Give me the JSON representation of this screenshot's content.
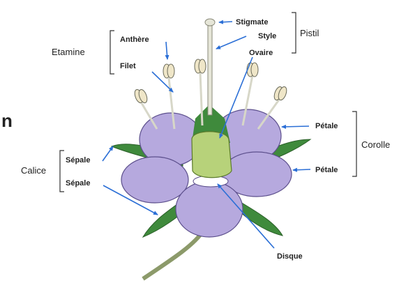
{
  "labels": {
    "stigmate": "Stigmate",
    "style": "Style",
    "ovaire": "Ovaire",
    "pistil": "Pistil",
    "etamine": "Etamine",
    "anthere": "Anthère",
    "filet": "Filet",
    "petale_top": "Pétale",
    "petale_bottom": "Pétale",
    "corolle": "Corolle",
    "calice": "Calice",
    "sepale_top": "Sépale",
    "sepale_bottom": "Sépale",
    "disque": "Disque",
    "left_edge_letter": "n"
  },
  "colors": {
    "petal": "#b6a9de",
    "petal_stroke": "#5c4f8c",
    "sepal": "#3f8a3c",
    "ovary": "#b7d27a",
    "stem": "#8c9a6a",
    "arrow": "#2b6fd6"
  }
}
